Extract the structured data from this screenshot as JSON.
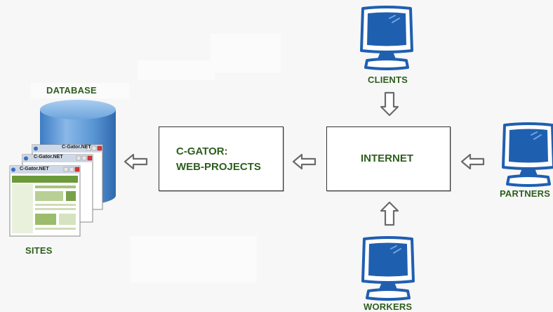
{
  "nodes": {
    "database": {
      "label": "DATABASE"
    },
    "sites": {
      "label": "SITES"
    },
    "cgator": {
      "line1": "C-GATOR:",
      "line2": "WEB-PROJECTS"
    },
    "internet": {
      "label": "INTERNET"
    },
    "clients": {
      "label": "CLIENTS"
    },
    "partners": {
      "label": "PARTNERS"
    },
    "workers": {
      "label": "WORKERS"
    }
  },
  "browser_windows": {
    "title": "C-Gator.NET"
  },
  "icons": {
    "monitor": "computer-monitor-icon",
    "database": "database-cylinder-icon",
    "arrow": "outline-arrow-icon"
  },
  "colors": {
    "label_green": "#2e5e1e",
    "monitor_blue": "#1f5fb0",
    "database_blue": "#4f8fd0",
    "arrow_gray": "#6b6b6b"
  }
}
